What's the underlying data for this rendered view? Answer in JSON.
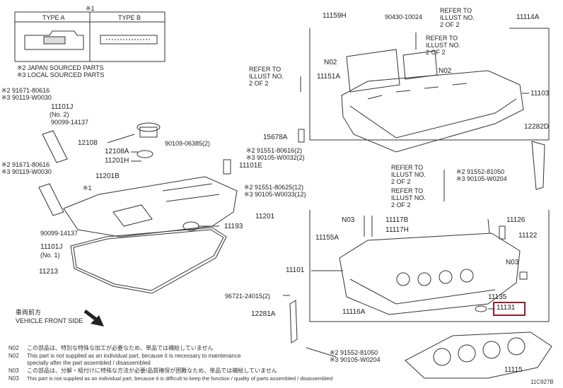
{
  "legend": {
    "mark": "※1",
    "type_a": "TYPE A",
    "type_b": "TYPE B",
    "japan_sourced": "※2 JAPAN SOURCED PARTS",
    "local_sourced": "※3 LOCAL SOURCED PARTS"
  },
  "direction": {
    "jp": "車両前方",
    "en": "VEHICLE FRONT SIDE"
  },
  "parts": {
    "p11159H": "11159H",
    "p90430": "90430-10024",
    "ref_illust_top": "REFER TO\nILLUST NO.\n2 OF 2",
    "p11114A": "11114A",
    "refer_illust_2": "REFER TO\nILLUST NO.\n2 OF 2",
    "n02_a": "N02",
    "n02_b": "N02",
    "refer_illust_left": "REFER TO\nILLUST NO.\n2 OF 2",
    "p11151A": "11151A",
    "p11103": "11103",
    "p15678A": "15678A",
    "p12282D": "12282D",
    "p91671_a": "※2 91671-80616",
    "p90119_a": "※3 90119-W0030",
    "p11101J_a": "11101J",
    "no2": "(No. 2)",
    "p90099_a": "90099-14137",
    "p12108": "12108",
    "p12108A": "12108A",
    "p11201H": "11201H",
    "p90109": "90109-06385(2)",
    "p91551_a": "※2 91551-80616(2)",
    "p90105_a": "※3 90105-W0032(2)",
    "p11101E": "11101E",
    "p91671_b": "※2 91671-80616",
    "p90119_b": "※3 90119-W0030",
    "p11201B": "11201B",
    "mark1": "※1",
    "p91551_b": "※2 91551-80625(12)",
    "p90105_b": "※3 90105-W0033(12)",
    "p11201": "11201",
    "p11193": "11193",
    "p90099_b": "90099-14137",
    "p11101J_b": "11101J",
    "no1": "(No. 1)",
    "p11213": "11213",
    "refer_illust_mid": "REFER TO\nILLUST NO.\n2 OF 2",
    "p91552_a": "※2 91552-81050",
    "p90105_c": "※3 90105-W0204",
    "refer_illust_mid2": "REFER TO\nILLUST NO.\n2 OF 2",
    "n03_a": "N03",
    "p11117B": "11117B",
    "p11117H": "11117H",
    "p11126": "11126",
    "p11155A": "11155A",
    "p11122": "11122",
    "p11101": "11101",
    "n03_b": "N03",
    "p96721": "96721-24015(2)",
    "p11135": "11135",
    "p12281A": "12281A",
    "p11116A": "11116A",
    "p11131": "11131",
    "p91552_b": "※2 91552-81050",
    "p90105_d": "※3 90105-W0204",
    "p11115": "11115",
    "fig_id": "11C927B"
  },
  "notes": {
    "n02_code": "N02",
    "n02_jp": "この部品は、特別な特殊な加工が必要なため、単品では補給していません",
    "n02_en1": "This part is not supplied as an individual part, because it is necessary to maintenance",
    "n02_en2": "specially after the part assembled / disassembled",
    "n03_code": "N03",
    "n03_jp": "この部品は、分解・組付けに特殊な方法が必要/品質確保が困難なため、単品では補給していません",
    "n03_en": "This part is not supplied as an individual part, because it is difficult to keep the function / quality of parts assembled / disassembled"
  },
  "colors": {
    "line": "#333333",
    "highlight": "#9b1b2a"
  }
}
